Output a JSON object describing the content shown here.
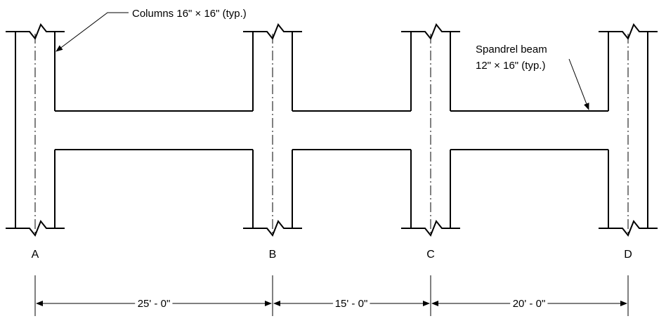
{
  "annotations": {
    "columns": "Columns 16\" × 16\" (typ.)",
    "spandrel_line1": "Spandrel beam",
    "spandrel_line2": "12\" × 16\" (typ.)"
  },
  "grid_lines": [
    {
      "label": "A"
    },
    {
      "label": "B"
    },
    {
      "label": "C"
    },
    {
      "label": "D"
    }
  ],
  "spans": [
    {
      "label": "25' - 0\""
    },
    {
      "label": "15' - 0\""
    },
    {
      "label": "20' - 0\""
    }
  ]
}
